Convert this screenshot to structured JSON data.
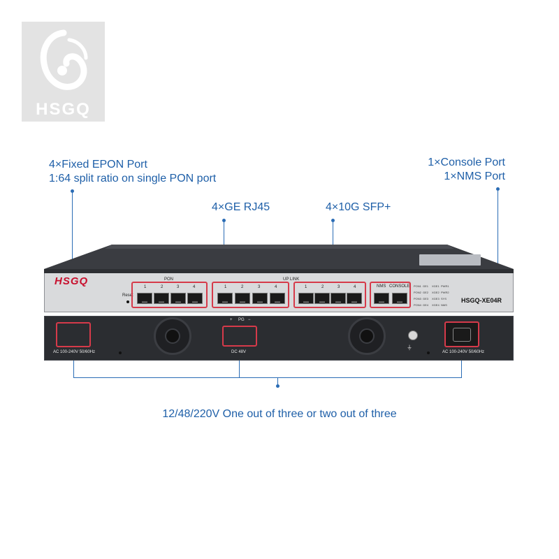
{
  "watermark": {
    "brand": "HSGQ",
    "icon": "stylized-eye-logo"
  },
  "callouts": {
    "epon_line1": "4×Fixed EPON Port",
    "epon_line2": "1:64 split ratio on single PON port",
    "ge": "4×GE RJ45",
    "sfp": "4×10G SFP+",
    "console_line1": "1×Console Port",
    "console_line2": "1×NMS Port",
    "power": "12/48/220V One out of three or two out of three"
  },
  "front_panel": {
    "brand": "HSGQ",
    "reset_label": "Reset",
    "pon_group_label": "PON",
    "pon_port_numbers": [
      "1",
      "2",
      "3",
      "4"
    ],
    "uplink_group_label": "UP LINK",
    "ge_port_numbers": [
      "1",
      "2",
      "3",
      "4"
    ],
    "sfp_port_numbers": [
      "1",
      "2",
      "3",
      "4"
    ],
    "nms_label": "NMS",
    "console_label": "CONSOLE",
    "led_labels": [
      "PON1",
      "GE1",
      "XGE1",
      "PWR1",
      "PON2",
      "GE2",
      "XGE2",
      "PWR2",
      "PON3",
      "GE3",
      "XGE3",
      "SYS",
      "PON4",
      "GE4",
      "XGE4",
      "NMS"
    ],
    "model": "HSGQ-XE04R"
  },
  "rear_panel": {
    "ac_left_label": "AC 100-240V 50/60Hz",
    "dc_polarity_plus": "+",
    "dc_pg_label": "PG",
    "dc_polarity_minus": "−",
    "dc_label": "DC 48V",
    "ac_right_label": "AC 100-240V 50/60Hz",
    "ground_icon": "ground-screw-icon"
  },
  "colors": {
    "callout_text": "#1e5fa8",
    "leader": "#2a6cb5",
    "highlight": "#d63a4a",
    "brand_red": "#c8102e"
  }
}
